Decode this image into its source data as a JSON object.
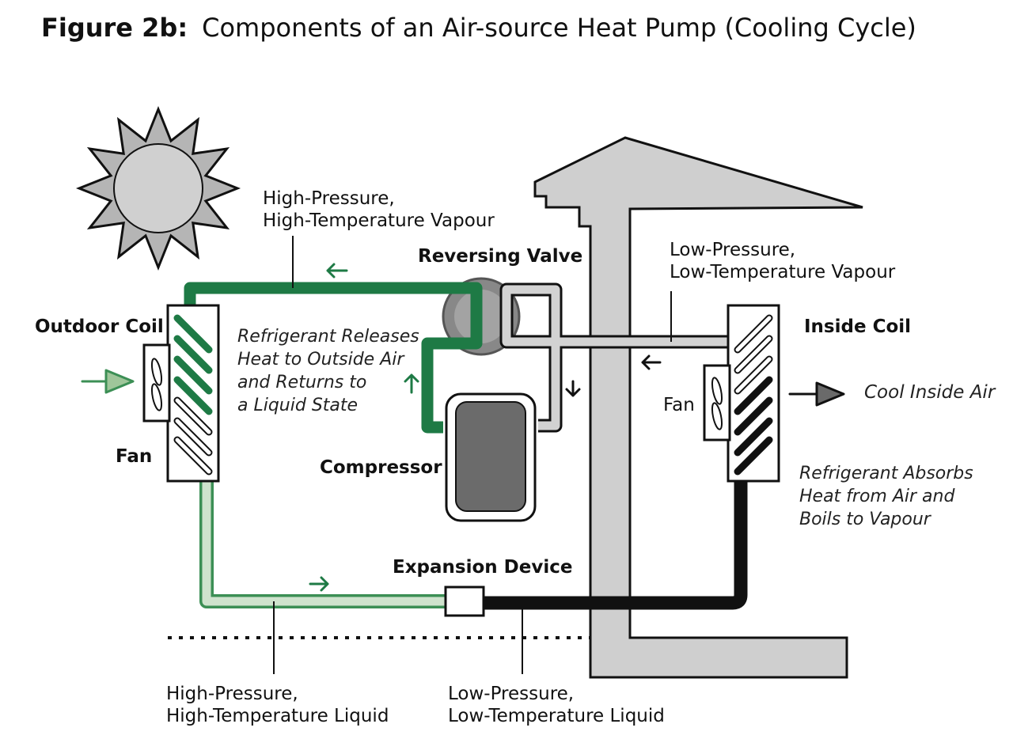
{
  "title": {
    "prefix": "Figure 2b:",
    "text": "Components of an Air-source Heat Pump (Cooling Cycle)"
  },
  "labels": {
    "hp_vapour_l1": "High-Pressure,",
    "hp_vapour_l2": "High-Temperature Vapour",
    "reversing_valve": "Reversing Valve",
    "lp_vapour_l1": "Low-Pressure,",
    "lp_vapour_l2": "Low-Temperature Vapour",
    "outdoor_coil": "Outdoor Coil",
    "inside_coil": "Inside Coil",
    "fan_outdoor": "Fan",
    "fan_inside": "Fan",
    "compressor": "Compressor",
    "expansion_device": "Expansion Device",
    "cool_inside_air": "Cool Inside Air",
    "releases_l1": "Refrigerant Releases",
    "releases_l2": "Heat to Outside Air",
    "releases_l3": "and Returns to",
    "releases_l4": "a Liquid State",
    "absorbs_l1": "Refrigerant Absorbs",
    "absorbs_l2": "Heat from Air and",
    "absorbs_l3": "Boils to Vapour",
    "hp_liquid_l1": "High-Pressure,",
    "hp_liquid_l2": "High-Temperature Liquid",
    "lp_liquid_l1": "Low-Pressure,",
    "lp_liquid_l2": "Low-Temperature Liquid"
  },
  "colors": {
    "hot_vapour": "#1e7a45",
    "hot_liquid": "#cfe3cd",
    "hot_liquid_edge": "#3c8f55",
    "cold_vapour": "#d2d2d2",
    "cold_liquid": "#111111",
    "house_wall": "#cfcfcf",
    "sun": "#b5b5b5",
    "outside_air_arrow": "#9fc69a",
    "inside_air_arrow": "#6a6a6a"
  }
}
